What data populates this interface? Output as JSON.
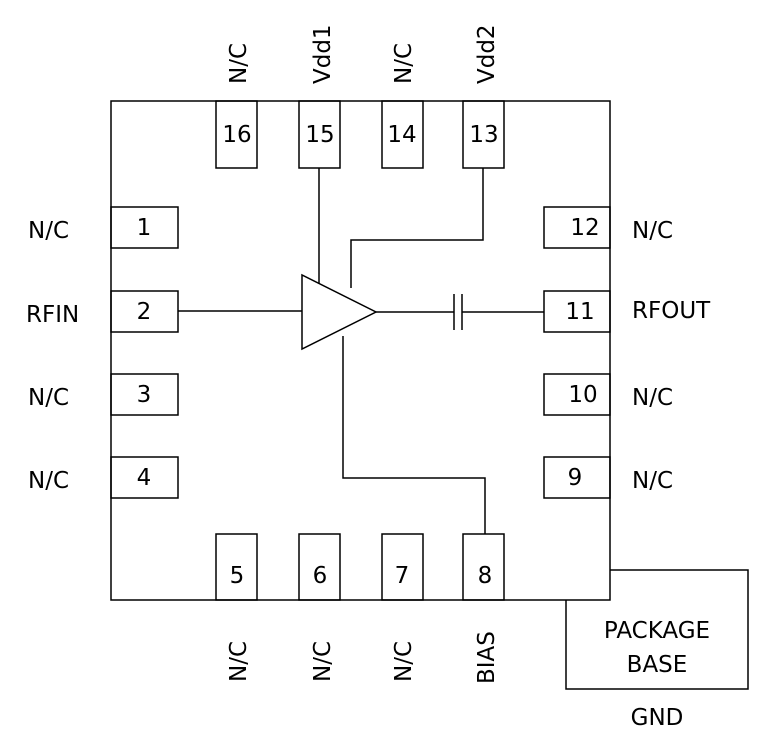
{
  "pins": {
    "p1": {
      "num": "1",
      "label": "N/C"
    },
    "p2": {
      "num": "2",
      "label": "RFIN"
    },
    "p3": {
      "num": "3",
      "label": "N/C"
    },
    "p4": {
      "num": "4",
      "label": "N/C"
    },
    "p5": {
      "num": "5",
      "label": "N/C"
    },
    "p6": {
      "num": "6",
      "label": "N/C"
    },
    "p7": {
      "num": "7",
      "label": "N/C"
    },
    "p8": {
      "num": "8",
      "label": "BIAS"
    },
    "p9": {
      "num": "9",
      "label": "N/C"
    },
    "p10": {
      "num": "10",
      "label": "N/C"
    },
    "p11": {
      "num": "11",
      "label": "RFOUT"
    },
    "p12": {
      "num": "12",
      "label": "N/C"
    },
    "p13": {
      "num": "13",
      "label": "Vdd2"
    },
    "p14": {
      "num": "14",
      "label": "N/C"
    },
    "p15": {
      "num": "15",
      "label": "Vdd1"
    },
    "p16": {
      "num": "16",
      "label": "N/C"
    }
  },
  "package_base": {
    "line1": "PACKAGE",
    "line2": "BASE",
    "gnd": "GND"
  }
}
